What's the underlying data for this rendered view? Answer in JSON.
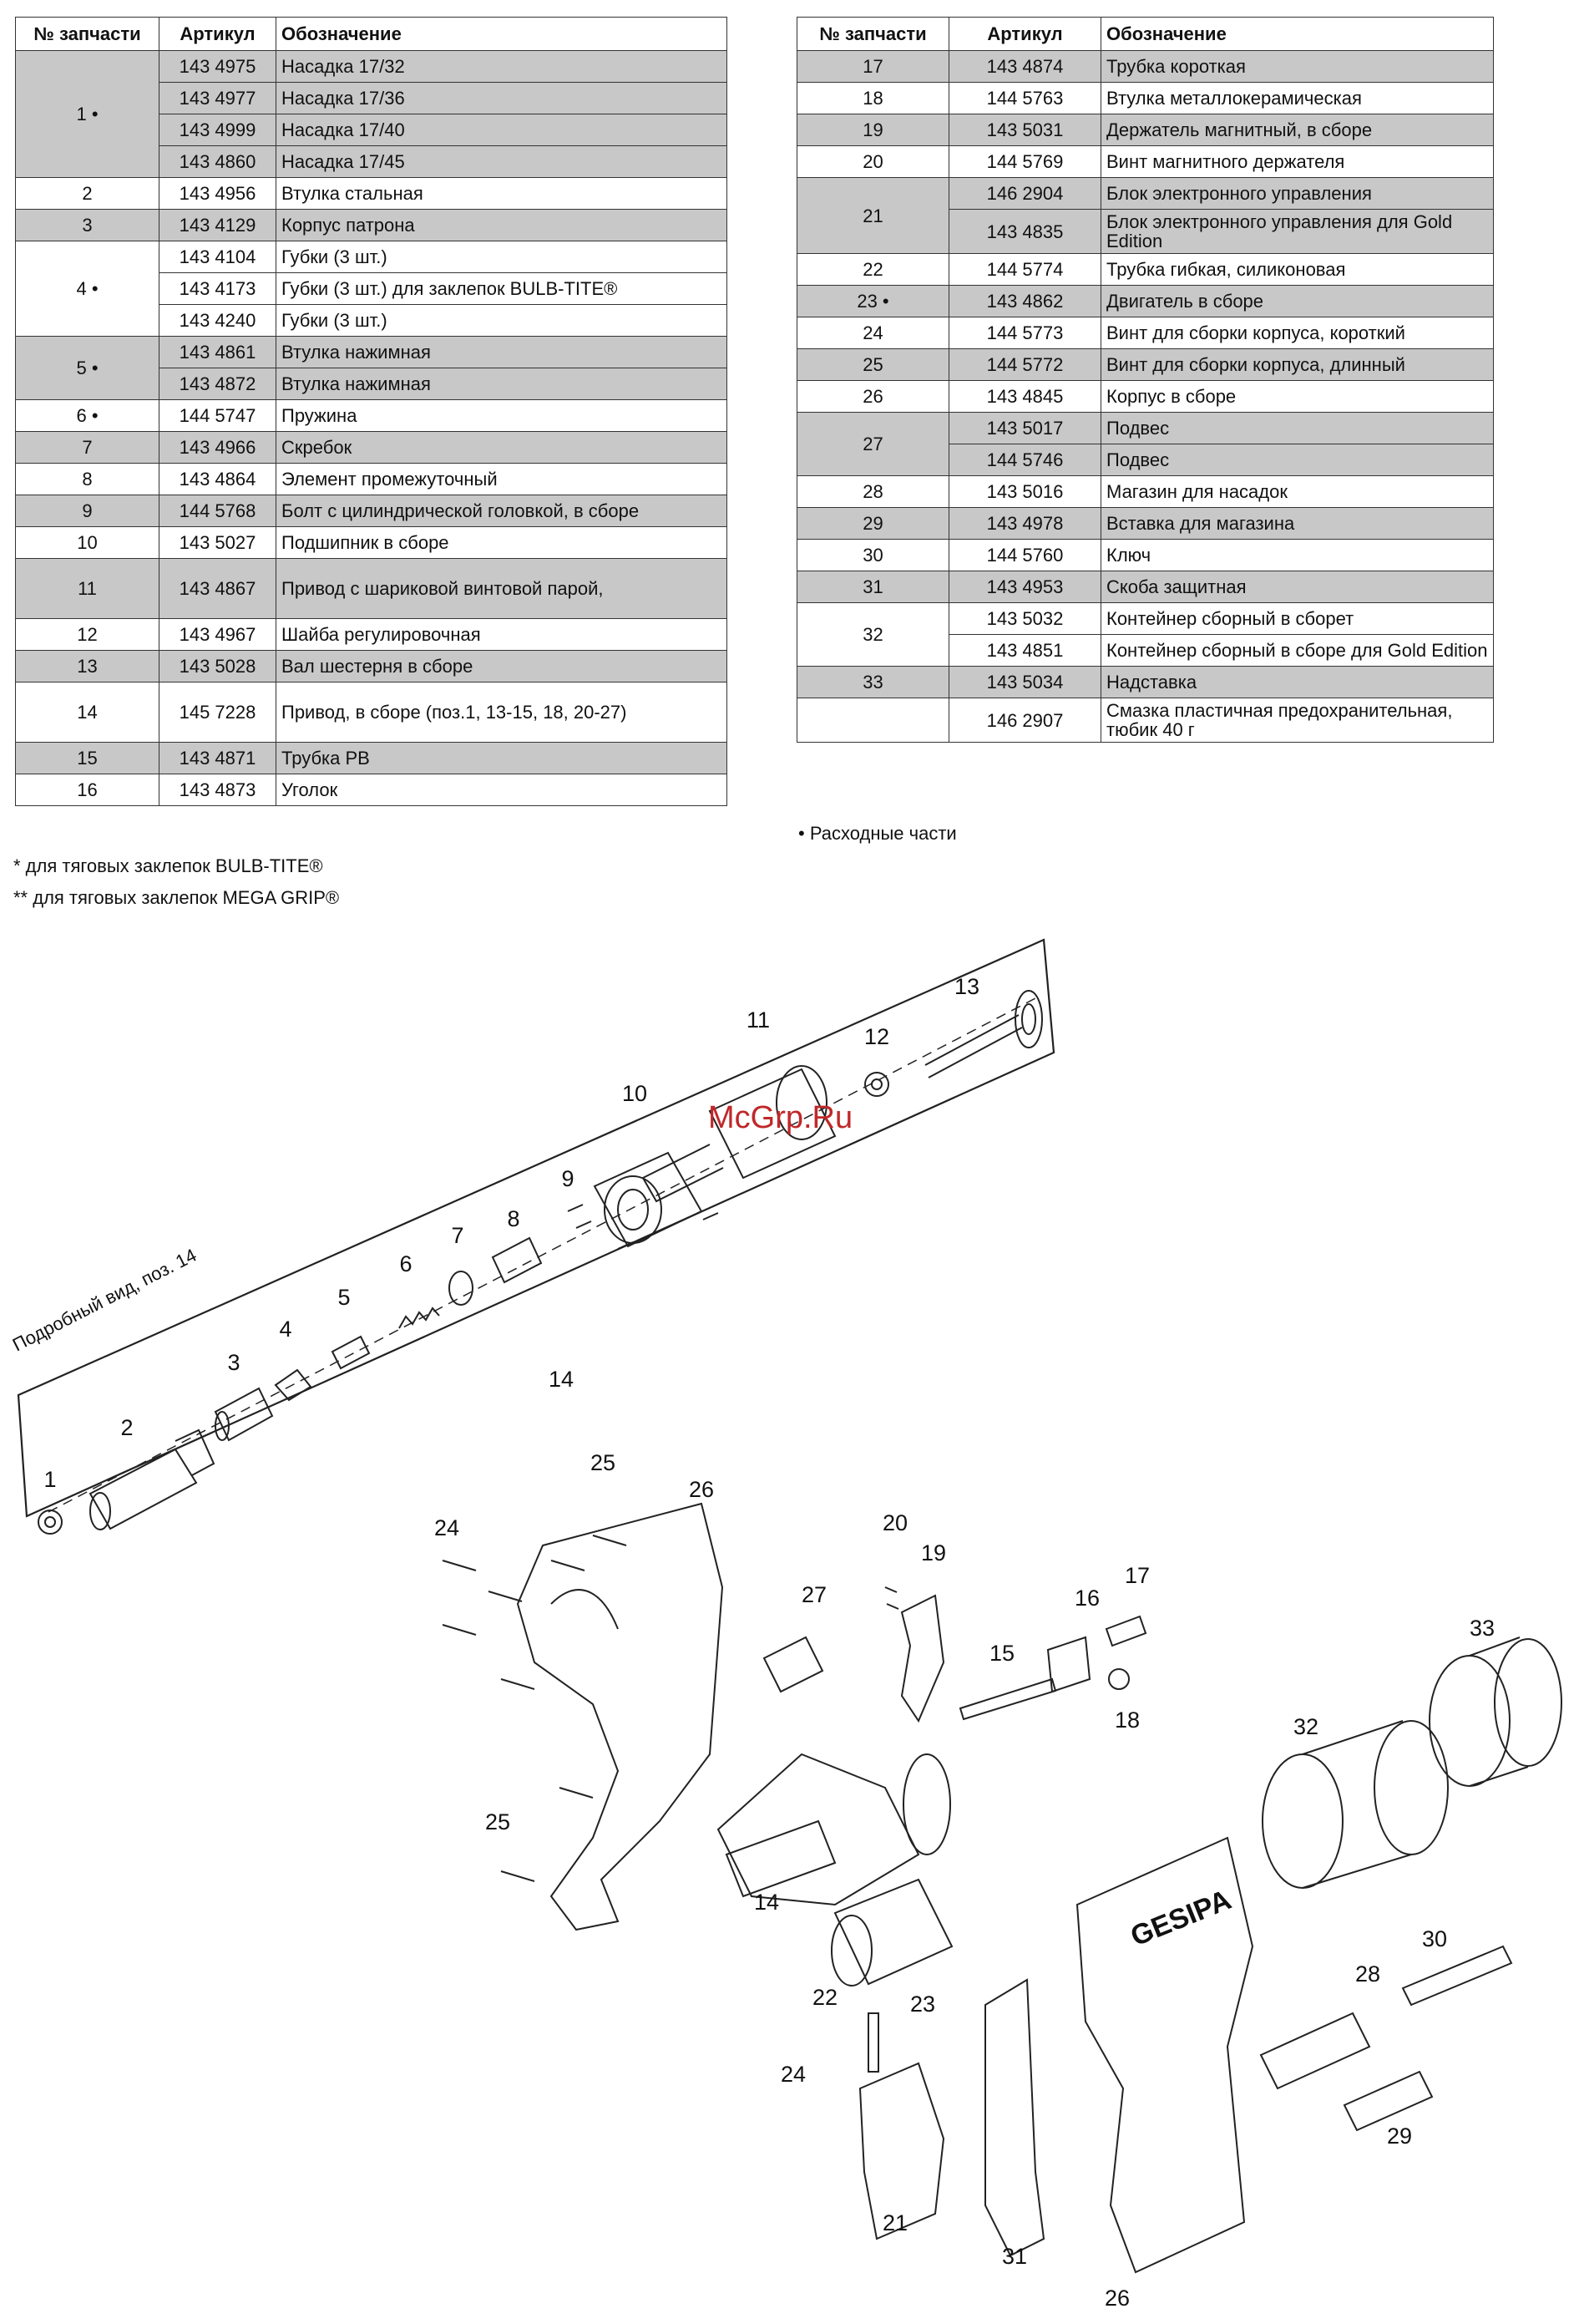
{
  "headers": {
    "part_no": "№ запчасти",
    "article": "Артикул",
    "designation": "Обозначение"
  },
  "left_rows": [
    {
      "n": "1 •",
      "span": 4,
      "g": true,
      "a": "143 4975",
      "d": "Насадка 17/32"
    },
    {
      "g": true,
      "a": "143 4977",
      "d": "Насадка 17/36"
    },
    {
      "g": true,
      "a": "143 4999",
      "d": "Насадка 17/40"
    },
    {
      "g": true,
      "a": "143 4860",
      "d": "Насадка 17/45"
    },
    {
      "n": "2",
      "span": 1,
      "g": false,
      "a": "143 4956",
      "d": "Втулка стальная"
    },
    {
      "n": "3",
      "span": 1,
      "g": true,
      "a": "143 4129",
      "d": "Корпус патрона"
    },
    {
      "n": "4 •",
      "span": 3,
      "g": false,
      "a": "143 4104",
      "d": "Губки (3 шт.)"
    },
    {
      "g": false,
      "a": "143 4173",
      "d": "Губки (3 шт.) для заклепок BULB-TITE®"
    },
    {
      "g": false,
      "a": "143 4240",
      "d": "Губки (3 шт.)"
    },
    {
      "n": "5 •",
      "span": 2,
      "g": true,
      "a": "143 4861",
      "d": "Втулка нажимная"
    },
    {
      "g": true,
      "a": "143 4872",
      "d": "Втулка нажимная"
    },
    {
      "n": "6 •",
      "span": 1,
      "g": false,
      "a": "144 5747",
      "d": "Пружина"
    },
    {
      "n": "7",
      "span": 1,
      "g": true,
      "a": "143 4966",
      "d": "Скребок"
    },
    {
      "n": "8",
      "span": 1,
      "g": false,
      "a": "143 4864",
      "d": "Элемент промежуточный"
    },
    {
      "n": "9",
      "span": 1,
      "g": true,
      "a": "144 5768",
      "d": "Болт с цилиндрической головкой, в сборе"
    },
    {
      "n": "10",
      "span": 1,
      "g": false,
      "a": "143 5027",
      "d": "Подшипник в сборе"
    },
    {
      "n": "11",
      "span": 1,
      "g": true,
      "tall": true,
      "a": "143 4867",
      "d": "Привод с шариковой винтовой парой,"
    },
    {
      "n": "12",
      "span": 1,
      "g": false,
      "a": "143 4967",
      "d": "Шайба регулировочная"
    },
    {
      "n": "13",
      "span": 1,
      "g": true,
      "a": "143 5028",
      "d": "Вал шестерня в сборе"
    },
    {
      "n": "14",
      "span": 1,
      "g": false,
      "tall": true,
      "a": "145 7228",
      "d": "Привод, в сборе (поз.1, 13-15, 18, 20-27)"
    },
    {
      "n": "15",
      "span": 1,
      "g": true,
      "a": "143 4871",
      "d": "Трубка PB"
    },
    {
      "n": "16",
      "span": 1,
      "g": false,
      "a": "143 4873",
      "d": "Уголок"
    }
  ],
  "right_rows": [
    {
      "n": "17",
      "span": 1,
      "g": true,
      "a": "143 4874",
      "d": "Трубка короткая"
    },
    {
      "n": "18",
      "span": 1,
      "g": false,
      "a": "144 5763",
      "d": "Втулка металлокерамическая"
    },
    {
      "n": "19",
      "span": 1,
      "g": true,
      "a": "143 5031",
      "d": "Держатель магнитный, в сборе"
    },
    {
      "n": "20",
      "span": 1,
      "g": false,
      "a": "144 5769",
      "d": "Винт магнитного держателя"
    },
    {
      "n": "21",
      "span": 2,
      "g": true,
      "a": "146 2904",
      "d": "Блок электронного управления"
    },
    {
      "g": true,
      "a": "143 4835",
      "d": "Блок электронного управления для Gold Edition"
    },
    {
      "n": "22",
      "span": 1,
      "g": false,
      "a": "144 5774",
      "d": "Трубка гибкая, силиконовая"
    },
    {
      "n": "23 •",
      "span": 1,
      "g": true,
      "a": "143 4862",
      "d": "Двигатель в сборе"
    },
    {
      "n": "24",
      "span": 1,
      "g": false,
      "a": "144 5773",
      "d": "Винт для сборки корпуса, короткий"
    },
    {
      "n": "25",
      "span": 1,
      "g": true,
      "a": "144 5772",
      "d": "Винт для сборки корпуса, длинный"
    },
    {
      "n": "26",
      "span": 1,
      "g": false,
      "a": "143 4845",
      "d": "Корпус в сборе"
    },
    {
      "n": "27",
      "span": 2,
      "g": true,
      "a": "143 5017",
      "d": "Подвес"
    },
    {
      "g": true,
      "a": "144 5746",
      "d": "Подвес"
    },
    {
      "n": "28",
      "span": 1,
      "g": false,
      "a": "143 5016",
      "d": "Магазин для насадок"
    },
    {
      "n": "29",
      "span": 1,
      "g": true,
      "a": "143 4978",
      "d": "Вставка для магазина"
    },
    {
      "n": "30",
      "span": 1,
      "g": false,
      "a": "144 5760",
      "d": "Ключ"
    },
    {
      "n": "31",
      "span": 1,
      "g": true,
      "a": "143 4953",
      "d": "Скоба защитная"
    },
    {
      "n": "32",
      "span": 2,
      "g": false,
      "a": "143 5032",
      "d": "Контейнер сборный в сборет"
    },
    {
      "g": false,
      "a": "143 4851",
      "d": "Контейнер сборный в сборе для Gold Edition"
    },
    {
      "n": "33",
      "span": 1,
      "g": true,
      "a": "143 5034",
      "d": "Надставка"
    },
    {
      "n": "",
      "span": 1,
      "g": false,
      "a": "146 2907",
      "d": "Смазка пластичная предохранительная, тюбик 40 г"
    }
  ],
  "notes": {
    "consumables": "• Расходные части",
    "bulb_tite": "* для тяговых заклепок BULB-TITE®",
    "mega_grip": "** для тяговых заклепок MEGA GRIP®"
  },
  "diagram": {
    "detail_view_label": "Подробный вид, поз. 14",
    "watermark": "McGrp.Ru",
    "brand": "GESIPA",
    "callouts": [
      "1",
      "2",
      "3",
      "4",
      "5",
      "6",
      "7",
      "8",
      "9",
      "10",
      "11",
      "12",
      "13",
      "14",
      "24",
      "25",
      "26",
      "27",
      "20",
      "19",
      "16",
      "17",
      "15",
      "18",
      "33",
      "32",
      "14",
      "25",
      "23",
      "22",
      "24",
      "21",
      "31",
      "28",
      "30",
      "29",
      "26"
    ]
  }
}
